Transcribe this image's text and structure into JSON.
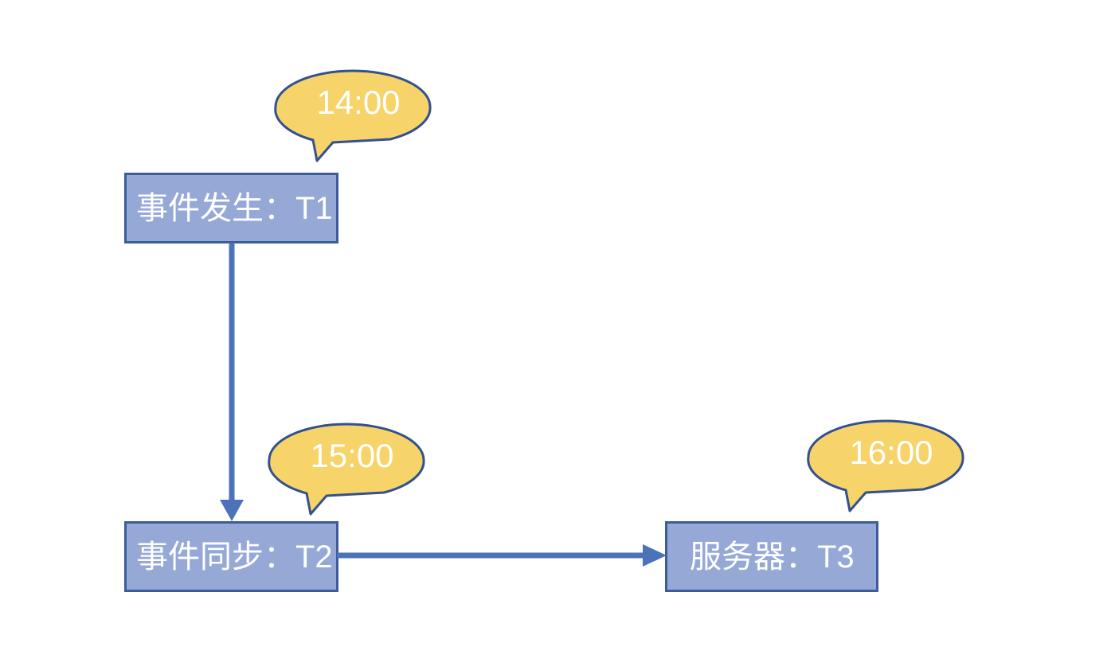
{
  "diagram": {
    "title": "event sync timeline flow",
    "background_color": "#ffffff",
    "palette": {
      "box_fill": "#95A8D6",
      "box_border": "#3E5C9A",
      "bubble_fill": "#F6D469",
      "bubble_border": "#33508F",
      "arrow": "#4C72B8",
      "text_on_shape": "#ffffff"
    },
    "nodes": [
      {
        "id": "T1",
        "label": "事件发生：T1",
        "time_label": "14:00"
      },
      {
        "id": "T2",
        "label": "事件同步：T2",
        "time_label": "15:00"
      },
      {
        "id": "T3",
        "label": "服务器：T3",
        "time_label": "16:00"
      }
    ],
    "bubbles": [
      {
        "id": "bubble-1400",
        "text": "14:00",
        "attached_to": "T1"
      },
      {
        "id": "bubble-1500",
        "text": "15:00",
        "attached_to": "T2"
      },
      {
        "id": "bubble-1600",
        "text": "16:00",
        "attached_to": "T3"
      }
    ],
    "connectors": [
      {
        "id": "arrow-t1-t2",
        "from": "T1",
        "to": "T2",
        "direction": "down"
      },
      {
        "id": "arrow-t2-t3",
        "from": "T2",
        "to": "T3",
        "direction": "right"
      }
    ]
  }
}
